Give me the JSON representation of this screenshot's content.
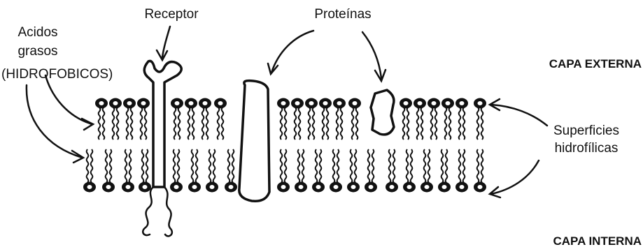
{
  "labels": {
    "receptor": "Receptor",
    "proteinas": "Proteínas",
    "acidos_1": "Acidos",
    "acidos_2": "grasos",
    "acidos_3": "(HIDROFOBICOS)",
    "capa_externa": "CAPA EXTERNA",
    "capa_interna": "CAPA INTERNA",
    "superficies_1": "Superficies",
    "superficies_2": "hidrofílicas"
  },
  "colors": {
    "ink": "#111111",
    "background": "#ffffff"
  }
}
